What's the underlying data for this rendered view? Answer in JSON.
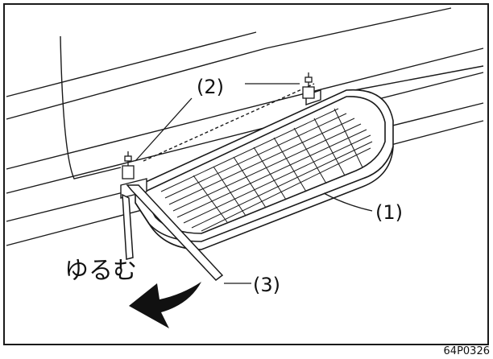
{
  "labels": {
    "step": "(1)",
    "nut": "(2)",
    "wrench": "(3)",
    "loosen": "ゆるむ"
  },
  "figure_code": "64P0326",
  "colors": {
    "line": "#1a1a1a",
    "arrow": "#111111",
    "background": "#ffffff"
  }
}
